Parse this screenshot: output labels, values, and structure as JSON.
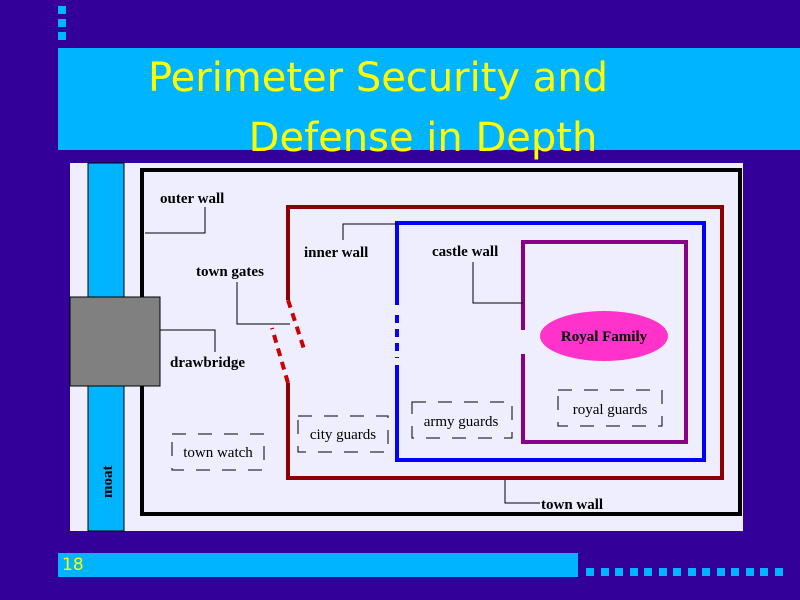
{
  "slide": {
    "title_line1": "Perimeter Security and",
    "title_line2": "Defense in Depth",
    "slide_number": "18"
  },
  "diagram": {
    "labels": {
      "outer_wall": "outer wall",
      "town_gates": "town gates",
      "drawbridge": "drawbridge",
      "moat": "moat",
      "inner_wall": "inner wall",
      "castle_wall": "castle wall",
      "royal_family": "Royal Family",
      "town_wall": "town wall"
    },
    "guards": {
      "town_watch": "town watch",
      "city_guards": "city guards",
      "army_guards": "army guards",
      "royal_guards": "royal guards"
    }
  },
  "colors": {
    "background": "#330099",
    "accent": "#00b4ff",
    "title_text": "#ffff00",
    "town_wall": "#8b0000",
    "inner_wall": "#0000ff",
    "castle_wall": "#880088",
    "royal_family": "#ff33cc"
  }
}
